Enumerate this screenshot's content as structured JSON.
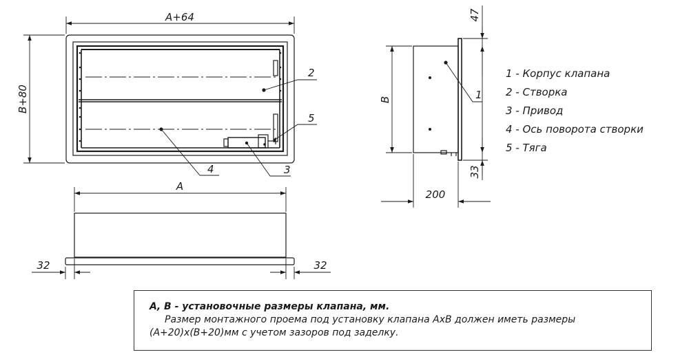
{
  "dimensions": {
    "front_width": "A+64",
    "front_height": "B+80",
    "plan_width": "A",
    "flange_left": "32",
    "flange_right": "32",
    "side_height": "B",
    "side_depth": "200",
    "side_top": "47",
    "side_bottom": "33"
  },
  "callouts": [
    "1",
    "2",
    "3",
    "4",
    "5"
  ],
  "legend": [
    "1 - Корпус клапана",
    "2 - Створка",
    "3 - Привод",
    "4 - Ось поворота створки",
    "5 - Тяга"
  ],
  "note": {
    "line1": "А, В - установочные размеры клапана, мм.",
    "line2": "Размер монтажного проема под установку клапана АхВ должен иметь размеры",
    "line3": "(А+20)х(В+20)мм с учетом зазоров под заделку."
  }
}
